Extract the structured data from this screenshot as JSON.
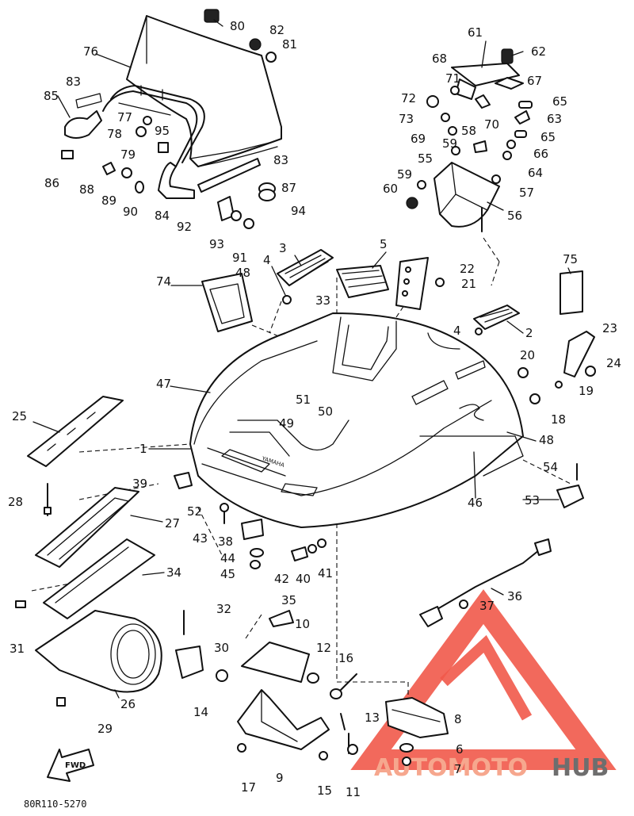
{
  "diagram": {
    "drawing_code": "80R110-5270",
    "fwd_label": "FWD",
    "hull_brand": "YAMAHA",
    "watermark": {
      "part1": "AUTOMOTO",
      "part2": "HUB",
      "triangle_color": "#f1594a"
    },
    "callouts": [
      "1",
      "2",
      "3",
      "4",
      "4",
      "5",
      "6",
      "7",
      "8",
      "9",
      "10",
      "11",
      "12",
      "13",
      "14",
      "15",
      "16",
      "17",
      "18",
      "19",
      "20",
      "21",
      "22",
      "23",
      "24",
      "25",
      "26",
      "27",
      "28",
      "29",
      "30",
      "31",
      "32",
      "33",
      "34",
      "35",
      "36",
      "37",
      "38",
      "39",
      "40",
      "41",
      "42",
      "43",
      "44",
      "45",
      "46",
      "47",
      "48",
      "48",
      "48",
      "49",
      "50",
      "51",
      "52",
      "53",
      "54",
      "55",
      "56",
      "57",
      "58",
      "59",
      "59",
      "60",
      "61",
      "62",
      "63",
      "64",
      "65",
      "65",
      "66",
      "67",
      "68",
      "69",
      "70",
      "71",
      "72",
      "73",
      "74",
      "75",
      "76",
      "77",
      "78",
      "79",
      "80",
      "81",
      "82",
      "83",
      "83",
      "84",
      "85",
      "86",
      "87",
      "88",
      "89",
      "90",
      "91",
      "92",
      "93",
      "94",
      "95"
    ]
  }
}
